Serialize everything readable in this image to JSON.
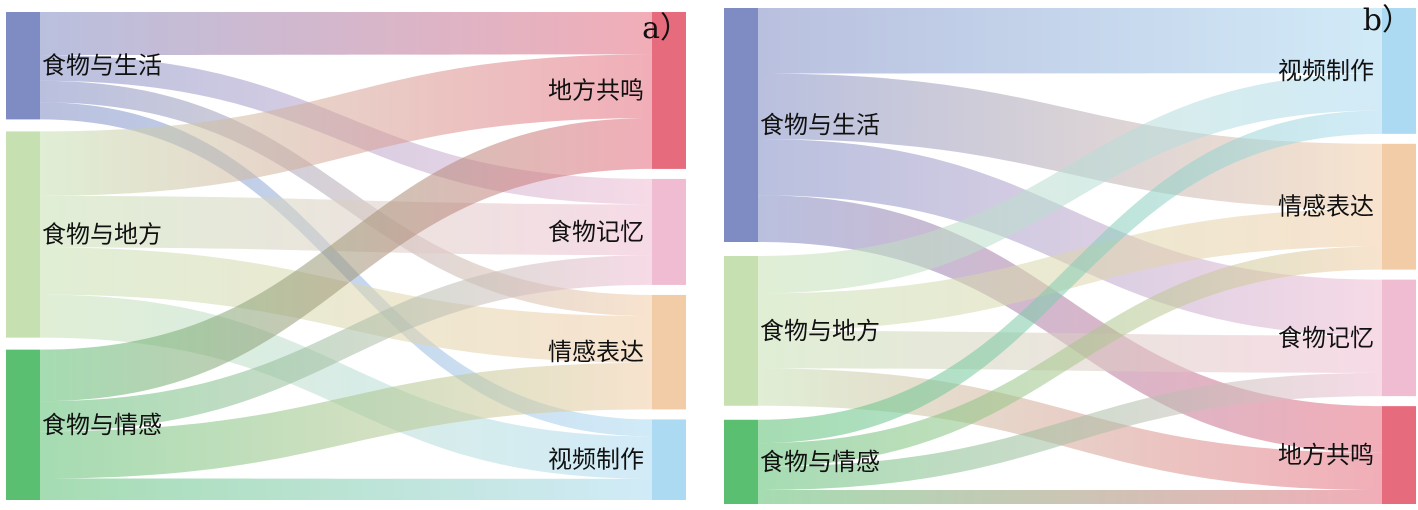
{
  "diagrams": [
    {
      "panel_label": "a）",
      "sources": [
        {
          "label": "食物与生活",
          "color": "#7f8cc4"
        },
        {
          "label": "食物与地方",
          "color": "#c6e0b2"
        },
        {
          "label": "食物与情感",
          "color": "#5bbf72"
        }
      ],
      "targets": [
        {
          "label": "地方共鸣",
          "color": "#e66b7d"
        },
        {
          "label": "食物记忆",
          "color": "#efbcd2"
        },
        {
          "label": "情感表达",
          "color": "#f1cca6"
        },
        {
          "label": "视频制作",
          "color": "#acdaf2"
        }
      ],
      "flows": [
        {
          "source": 0,
          "target": 0,
          "value": 10
        },
        {
          "source": 0,
          "target": 1,
          "value": 6
        },
        {
          "source": 0,
          "target": 2,
          "value": 5
        },
        {
          "source": 0,
          "target": 3,
          "value": 4
        },
        {
          "source": 1,
          "target": 0,
          "value": 15
        },
        {
          "source": 1,
          "target": 1,
          "value": 12
        },
        {
          "source": 1,
          "target": 2,
          "value": 11
        },
        {
          "source": 1,
          "target": 3,
          "value": 10
        },
        {
          "source": 2,
          "target": 0,
          "value": 12
        },
        {
          "source": 2,
          "target": 1,
          "value": 7
        },
        {
          "source": 2,
          "target": 2,
          "value": 11
        },
        {
          "source": 2,
          "target": 3,
          "value": 5
        }
      ]
    },
    {
      "panel_label": "b）",
      "sources": [
        {
          "label": "食物与生活",
          "color": "#7f8cc4"
        },
        {
          "label": "食物与地方",
          "color": "#c6e0b2"
        },
        {
          "label": "食物与情感",
          "color": "#5bbf72"
        }
      ],
      "targets": [
        {
          "label": "视频制作",
          "color": "#acdaf2"
        },
        {
          "label": "情感表达",
          "color": "#f1cca6"
        },
        {
          "label": "食物记忆",
          "color": "#efbcd2"
        },
        {
          "label": "地方共鸣",
          "color": "#e66b7d"
        }
      ],
      "flows": [
        {
          "source": 0,
          "target": 0,
          "value": 14
        },
        {
          "source": 0,
          "target": 1,
          "value": 14
        },
        {
          "source": 0,
          "target": 2,
          "value": 12
        },
        {
          "source": 0,
          "target": 3,
          "value": 10
        },
        {
          "source": 1,
          "target": 0,
          "value": 8
        },
        {
          "source": 1,
          "target": 1,
          "value": 8
        },
        {
          "source": 1,
          "target": 2,
          "value": 8
        },
        {
          "source": 1,
          "target": 3,
          "value": 8
        },
        {
          "source": 2,
          "target": 0,
          "value": 5
        },
        {
          "source": 2,
          "target": 1,
          "value": 5
        },
        {
          "source": 2,
          "target": 2,
          "value": 5
        },
        {
          "source": 2,
          "target": 3,
          "value": 3
        }
      ]
    }
  ]
}
